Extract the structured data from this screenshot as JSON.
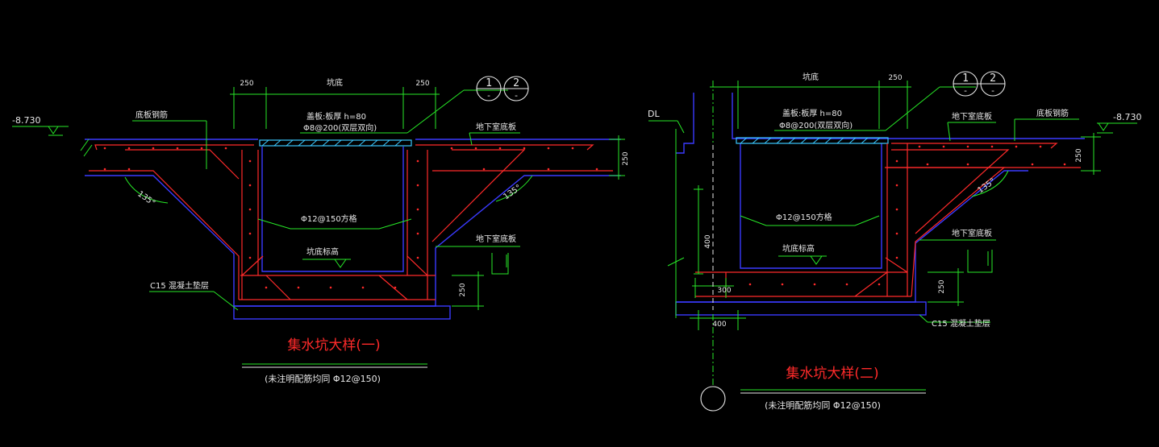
{
  "colors": {
    "background": "#000000",
    "concrete": "#3a3aff",
    "rebar": "#ff2a2a",
    "dimension": "#27e827",
    "text": "#e8e8e8",
    "title": "#ff2a2a",
    "cover": "#3bc8ff"
  },
  "detail1": {
    "title": "集水坑大样(一)",
    "note": "(未注明配筋均同 Φ12@150)",
    "elevation": "-8.730",
    "dims": {
      "left": "250",
      "middle": "坑底",
      "right": "250",
      "slab": "250",
      "bottom": "250"
    },
    "labels": {
      "bottom_rebar": "底板钢筋",
      "cover": "盖板:板厚 h=80",
      "cover_rebar": "Φ8@200(双层双向)",
      "basement_slab_top": "地下室底板",
      "mesh": "Φ12@150方格",
      "pit_bottom": "坑底标高",
      "basement_slab_mid": "地下室底板",
      "c15": "C15 混凝土垫层",
      "angle_left": "135°",
      "angle_right": "135°"
    },
    "callout": {
      "left_top": "1",
      "left_bottom": "-",
      "right_top": "2",
      "right_bottom": "-"
    }
  },
  "detail2": {
    "title": "集水坑大样(二)",
    "note": "(未注明配筋均同 Φ12@150)",
    "elevation": "-8.730",
    "dl": "DL",
    "dims": {
      "middle": "坑底",
      "right": "250",
      "slab": "250",
      "bottom": "250",
      "wall": "400",
      "w300": "300",
      "w400": "400"
    },
    "labels": {
      "cover": "盖板:板厚 h=80",
      "cover_rebar": "Φ8@200(双层双向)",
      "basement_slab_top": "地下室底板",
      "bottom_rebar": "底板钢筋",
      "mesh": "Φ12@150方格",
      "pit_bottom": "坑底标高",
      "basement_slab_mid": "地下室底板",
      "c15": "C15 混凝土垫层",
      "angle_right": "135°"
    },
    "callout": {
      "left_top": "1",
      "left_bottom": "-",
      "right_top": "2",
      "right_bottom": "-"
    }
  }
}
